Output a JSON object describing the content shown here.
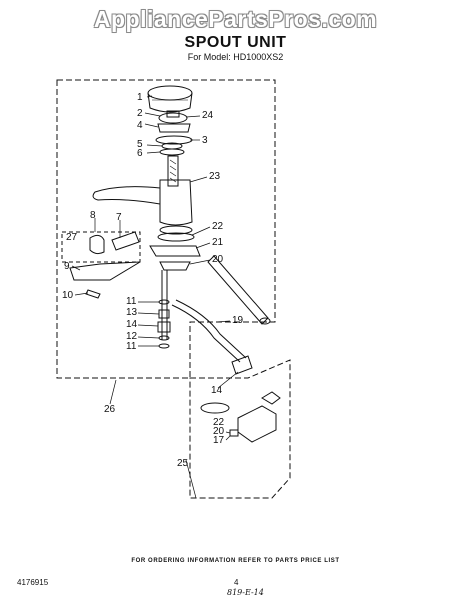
{
  "watermark": "AppliancePartsPros.com",
  "title": "SPOUT UNIT",
  "model": "For Model: HD1000XS2",
  "callouts": {
    "c1": "1",
    "c2": "2",
    "c24": "24",
    "c4": "4",
    "c3": "3",
    "c5": "5",
    "c6": "6",
    "c23": "23",
    "c8": "8",
    "c7": "7",
    "c27": "27",
    "c22": "22",
    "c21": "21",
    "c20": "20",
    "c9": "9",
    "c10": "10",
    "c11a": "11",
    "c19": "19",
    "c13": "13",
    "c14a": "14",
    "c12": "12",
    "c11b": "11",
    "c14b": "14",
    "c26": "26",
    "c22b": "22",
    "c20b": "20",
    "c17": "17",
    "c25": "25"
  },
  "footer": "FOR ORDERING INFORMATION REFER TO PARTS PRICE LIST",
  "part_number": "4176915",
  "page_number": "4",
  "handwritten_code": "819-E-14"
}
